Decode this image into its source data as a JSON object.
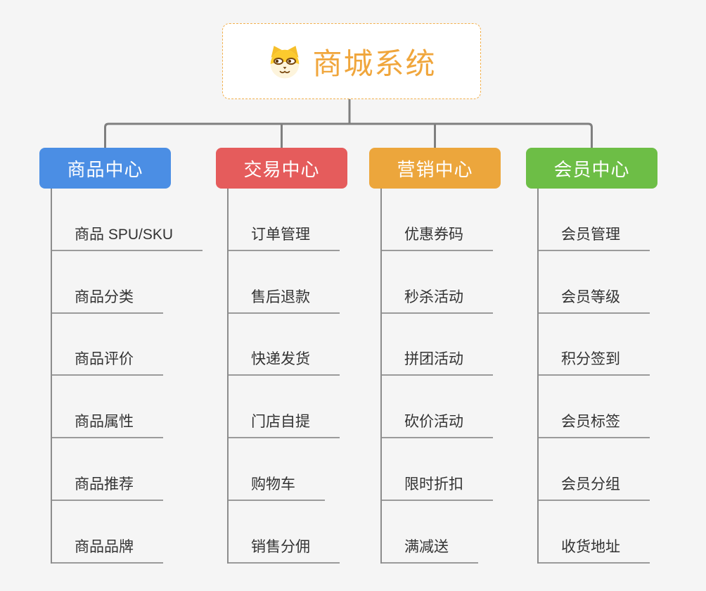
{
  "root": {
    "title": "商城系统",
    "icon": "dog-face-icon",
    "title_color": "#F0A63C",
    "border_color": "#F2B04D"
  },
  "line_color": "#7F7F7F",
  "branches": [
    {
      "label": "商品中心",
      "color": "#4B8EE4",
      "items": [
        "商品 SPU/SKU",
        "商品分类",
        "商品评价",
        "商品属性",
        "商品推荐",
        "商品品牌"
      ]
    },
    {
      "label": "交易中心",
      "color": "#E55C5C",
      "items": [
        "订单管理",
        "售后退款",
        "快递发货",
        "门店自提",
        "购物车",
        "销售分佣"
      ]
    },
    {
      "label": "营销中心",
      "color": "#ECA63C",
      "items": [
        "优惠券码",
        "秒杀活动",
        "拼团活动",
        "砍价活动",
        "限时折扣",
        "满减送"
      ]
    },
    {
      "label": "会员中心",
      "color": "#6DBE46",
      "items": [
        "会员管理",
        "会员等级",
        "积分签到",
        "会员标签",
        "会员分组",
        "收货地址"
      ]
    }
  ]
}
